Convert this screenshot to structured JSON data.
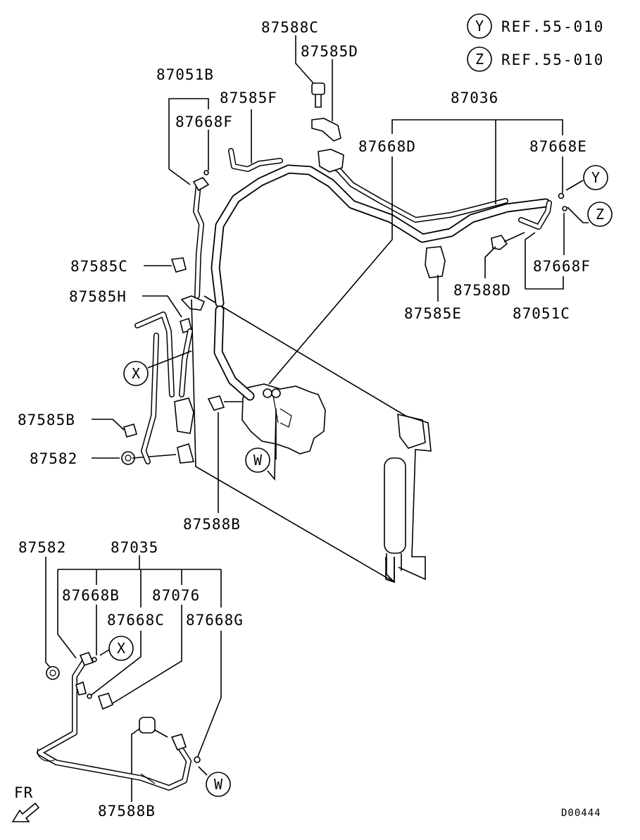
{
  "diagram_code": "D00444",
  "direction_label": "FR",
  "references": [
    {
      "letter": "Y",
      "text": "REF.55-010"
    },
    {
      "letter": "Z",
      "text": "REF.55-010"
    }
  ],
  "connectors": {
    "x": "X",
    "y": "Y",
    "z": "Z",
    "w": "W"
  },
  "parts": {
    "p87588C": "87588C",
    "p87585D": "87585D",
    "p87051B": "87051B",
    "p87585F": "87585F",
    "p87668F_top": "87668F",
    "p87036": "87036",
    "p87668D": "87668D",
    "p87668E": "87668E",
    "p87585C": "87585C",
    "p87585H": "87585H",
    "p87668F_right": "87668F",
    "p87588D": "87588D",
    "p87585E": "87585E",
    "p87051C": "87051C",
    "p87585B": "87585B",
    "p87582_upper": "87582",
    "p87588B_upper": "87588B",
    "p87582_lower": "87582",
    "p87035": "87035",
    "p87668B": "87668B",
    "p87076": "87076",
    "p87668C": "87668C",
    "p87668G": "87668G",
    "p87588B_lower": "87588B"
  }
}
